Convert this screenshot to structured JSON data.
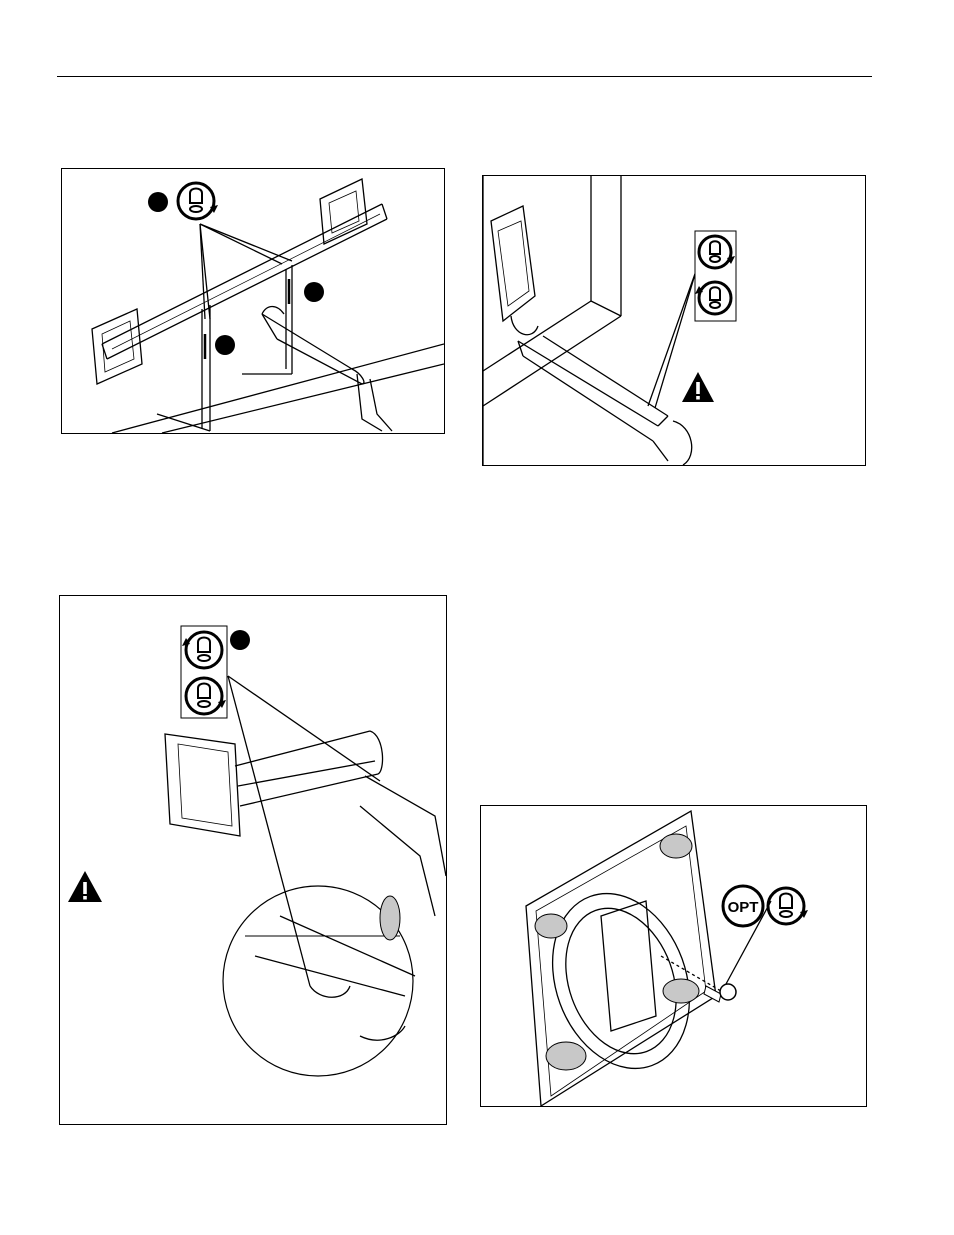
{
  "page": {
    "figures": [
      {
        "id": "fig-dual-monitor-bar"
      },
      {
        "id": "fig-arm-against-wall"
      },
      {
        "id": "fig-arm-tension-adjust"
      },
      {
        "id": "fig-vesa-plate"
      }
    ],
    "callouts": {
      "opt": "OPT"
    },
    "icons": {
      "tighten": "clockwise-screwdriver-icon",
      "loosen": "counterclockwise-screwdriver-icon",
      "warning": "warning-triangle-icon"
    },
    "colors": {
      "line": "#000000",
      "background": "#ffffff",
      "shade": "#c8c8c8"
    }
  }
}
